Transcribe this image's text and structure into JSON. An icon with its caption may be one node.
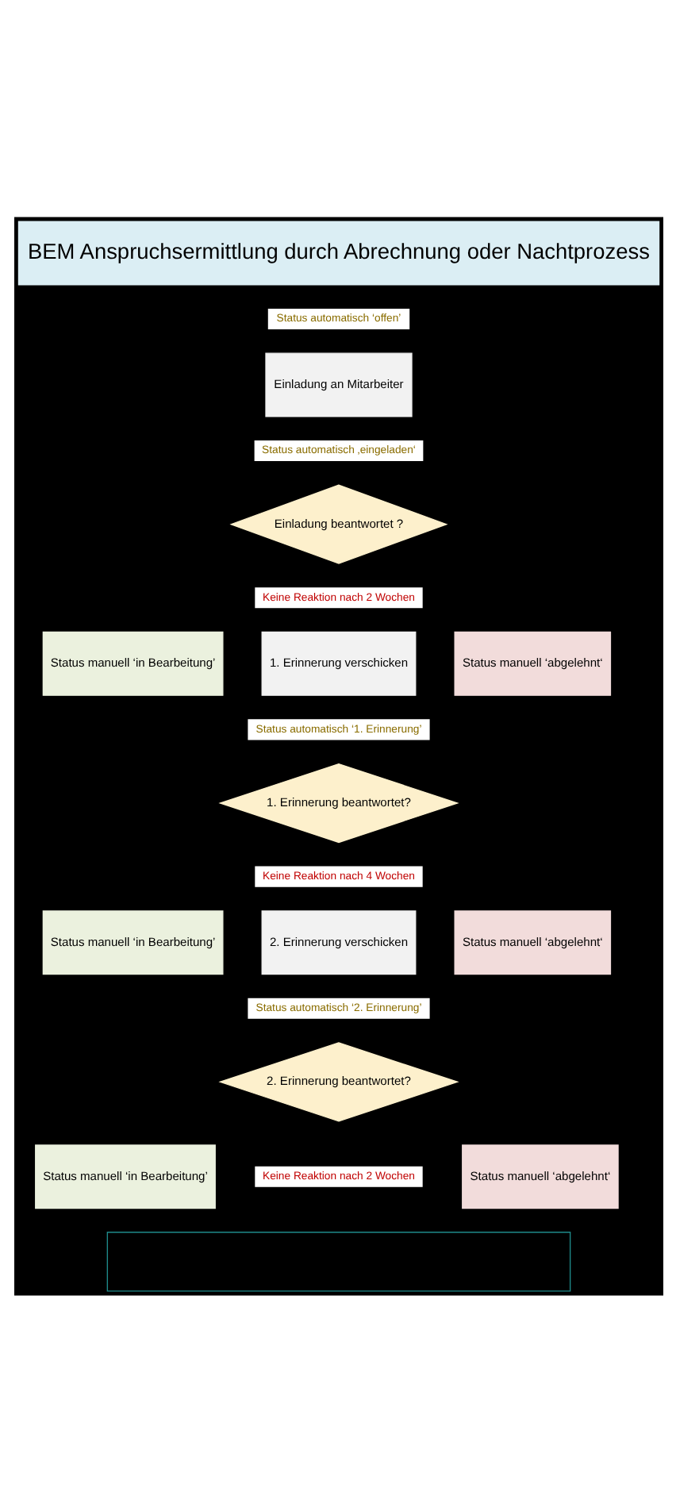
{
  "diagram": {
    "nodes": [
      {
        "text": [
          "BEM Anspruchsermittlung durch Abrechnung oder Nachtprozess"
        ]
      },
      {
        "text": [
          "Einladung an Mitarbeiter"
        ]
      },
      {
        "text": [
          "Einladung beantwortet ?"
        ]
      },
      {
        "text": [
          "Status manuell ‘in Bearbeitung’"
        ]
      },
      {
        "text": [
          "1. Erinnerung verschicken"
        ]
      },
      {
        "text": [
          "Status manuell ‘abgelehnt‘"
        ]
      },
      {
        "text": [
          "1. Erinnerung beantwortet?"
        ]
      },
      {
        "text": [
          "Status manuell ‘in Bearbeitung’"
        ]
      },
      {
        "text": [
          "2. Erinnerung verschicken"
        ]
      },
      {
        "text": [
          "Status manuell ‘abgelehnt‘"
        ]
      },
      {
        "text": [
          "2. Erinnerung beantwortet?"
        ]
      },
      {
        "text": [
          "Status manuell ‘in Bearbeitung’"
        ]
      },
      {
        "text": [
          "Status manuell ‘abgelehnt‘"
        ]
      },
      {
        "text": [],
        "shape": "box"
      }
    ],
    "edges": [],
    "labels": [
      "Status automatisch ‘offen’",
      "Status automatisch ‚eingeladen‘",
      "Keine Reaktion nach 2 Wochen",
      "Status automatisch ‘1. Erinnerung’",
      "Keine Reaktion nach 4 Wochen",
      "Status automatisch ‘2. Erinnerung’",
      "Keine Reaktion nach 2 Wochen"
    ]
  }
}
